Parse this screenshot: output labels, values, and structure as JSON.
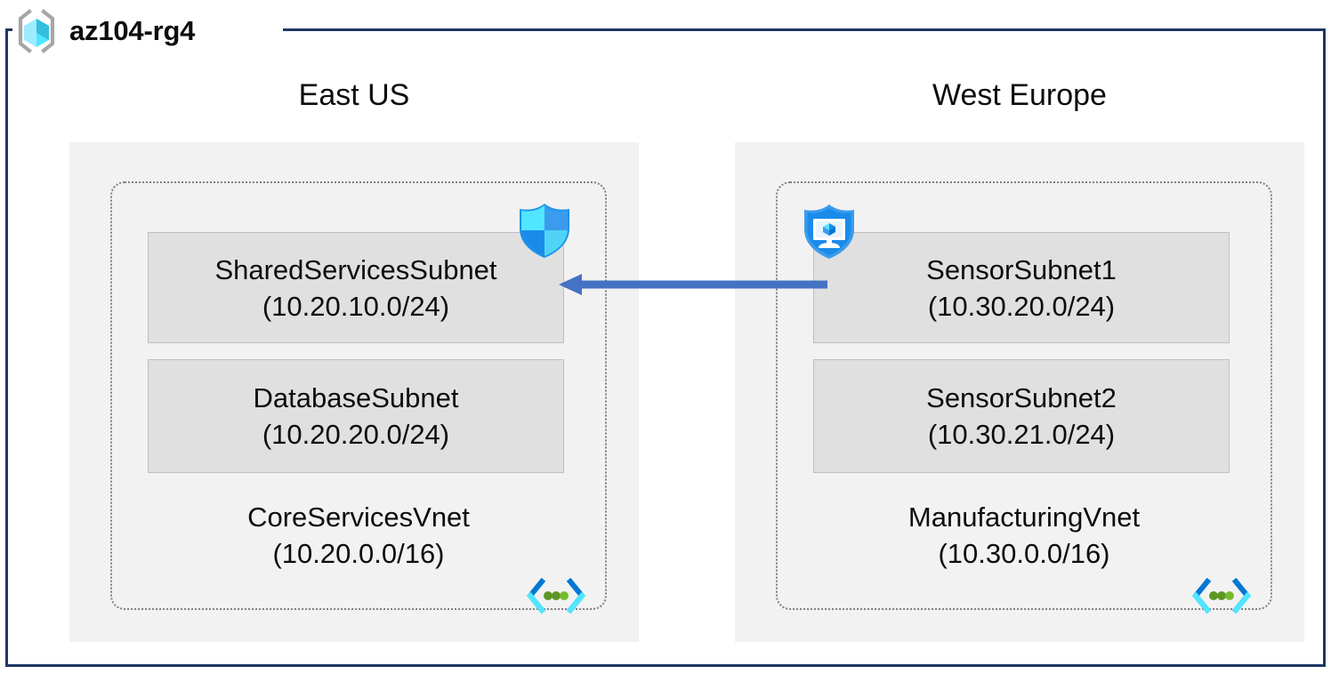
{
  "diagram": {
    "type": "azure-network-architecture",
    "resource_group": {
      "name": "az104-rg4",
      "icon": "resource-group-cube-icon",
      "border_color": "#1f3864"
    },
    "colors": {
      "frame": "#1f3864",
      "region_fill": "#f2f2f2",
      "vnet_border": "#7f7f7f",
      "subnet_fill": "#e0e0e0",
      "subnet_border": "#bfbfbf",
      "arrow": "#4472c4",
      "text": "#0d0d0d",
      "azure_blue": "#0078d4",
      "cube_cyan": "#50e6ff",
      "vnet_icon_green": "#5e9624"
    },
    "regions": [
      {
        "label": "East US",
        "vnet": {
          "name": "CoreServicesVnet",
          "cidr": "(10.20.0.0/16)",
          "icon": "vnet-icon",
          "subnets": [
            {
              "name": "SharedServicesSubnet",
              "cidr": "(10.20.10.0/24)",
              "badge_icon": "shield-icon"
            },
            {
              "name": "DatabaseSubnet",
              "cidr": "(10.20.20.0/24)",
              "badge_icon": null
            }
          ]
        }
      },
      {
        "label": "West Europe",
        "vnet": {
          "name": "ManufacturingVnet",
          "cidr": "(10.30.0.0/16)",
          "icon": "vnet-icon",
          "subnets": [
            {
              "name": "SensorSubnet1",
              "cidr": "(10.30.20.0/24)",
              "badge_icon": "bastion-shield-monitor-icon"
            },
            {
              "name": "SensorSubnet2",
              "cidr": "(10.30.21.0/24)",
              "badge_icon": null
            }
          ]
        }
      }
    ],
    "connection": {
      "icon": "peering-arrow-left-icon",
      "direction": "right-to-left",
      "from": "SensorSubnet1",
      "to": "SharedServicesSubnet"
    }
  }
}
